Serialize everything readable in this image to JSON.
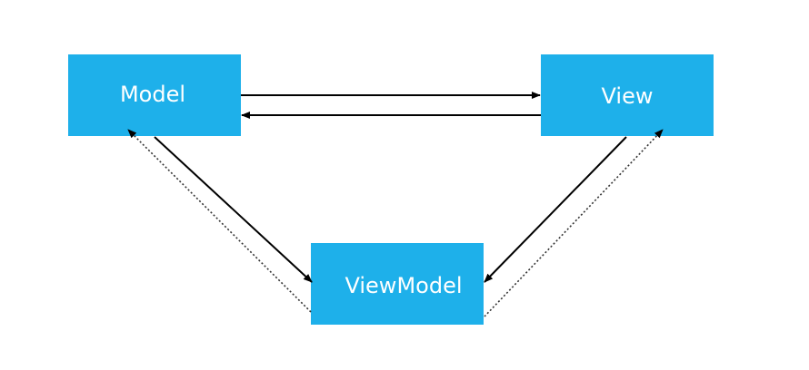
{
  "nodes": {
    "model": {
      "label": "Model"
    },
    "view": {
      "label": "View"
    },
    "viewmodel": {
      "label": "ViewModel"
    }
  },
  "colors": {
    "node_fill": "#1eb0ea",
    "node_text": "#ffffff",
    "edge": "#000000"
  },
  "edges": [
    {
      "from": "model",
      "to": "view",
      "style": "solid"
    },
    {
      "from": "view",
      "to": "model",
      "style": "solid"
    },
    {
      "from": "model",
      "to": "viewmodel",
      "style": "solid"
    },
    {
      "from": "viewmodel",
      "to": "model",
      "style": "dotted"
    },
    {
      "from": "view",
      "to": "viewmodel",
      "style": "solid"
    },
    {
      "from": "viewmodel",
      "to": "view",
      "style": "dotted"
    }
  ]
}
